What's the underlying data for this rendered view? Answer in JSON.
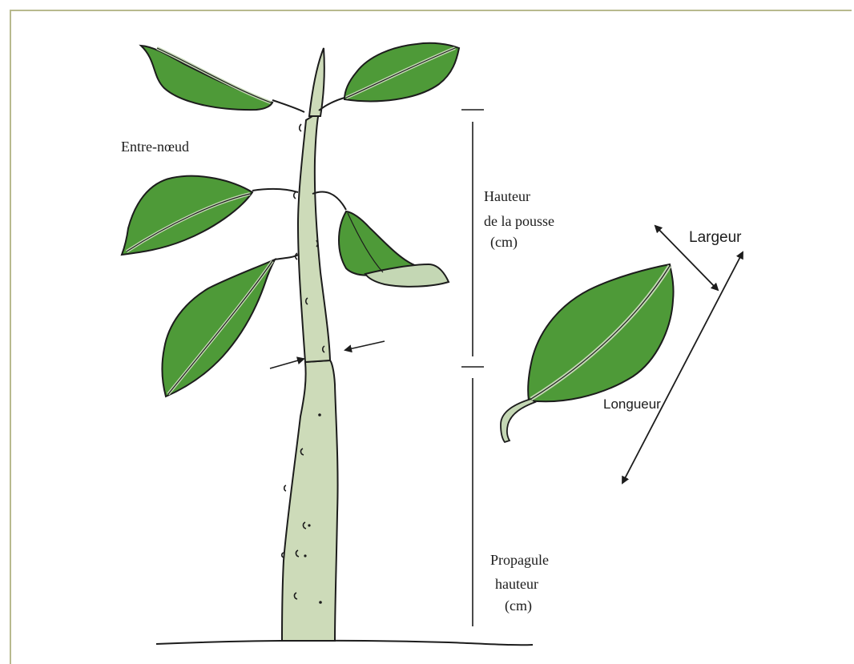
{
  "colors": {
    "frame": "#b8ba8e",
    "leaf": "#4e9a38",
    "leaf_light": "#c4d7b4",
    "stem": "#cddbb9",
    "ink": "#1c1c1c"
  },
  "labels": {
    "internode": "Entre-nœud",
    "shoot_height": [
      "Hauteur",
      "de la pousse",
      "(cm)"
    ],
    "propagule_height": [
      "Propagule",
      "hauteur",
      "(cm)"
    ],
    "width": "Largeur",
    "length": "Longueur"
  }
}
